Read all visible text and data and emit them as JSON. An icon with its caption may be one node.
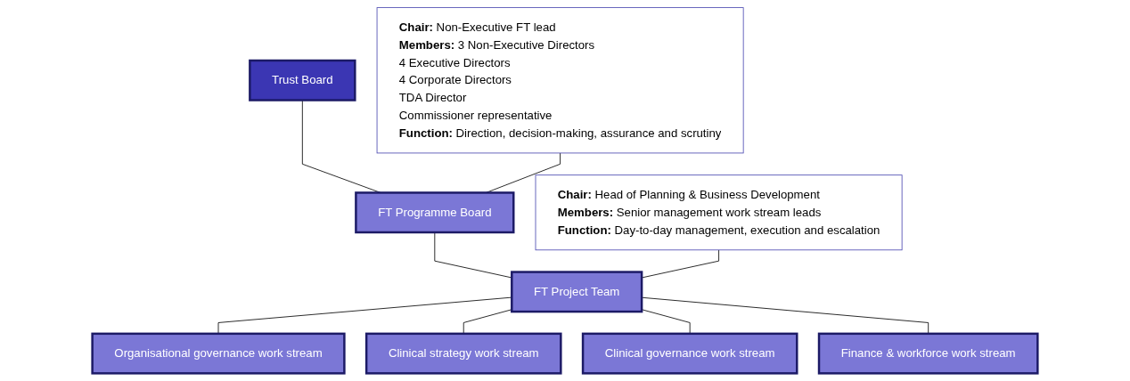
{
  "diagram": {
    "nodes": [
      {
        "text": [
          "Trust Board"
        ]
      },
      {
        "text": [
          "**Chair:** Non-Executive FT lead",
          "**Members:** 3 Non-Executive Directors",
          "4 Executive Directors",
          "4 Corporate Directors",
          "TDA Director",
          "Commissioner representative",
          "**Function:** Direction, decision-making, assurance and scrutiny"
        ]
      },
      {
        "text": [
          "**Chair:** Head of Planning & Business Development",
          "**Members:** Senior management work stream leads",
          "**Function:** Day-to-day management, execution and escalation"
        ]
      },
      {
        "text": [
          "FT Programme Board"
        ]
      },
      {
        "text": [
          "FT Project Team"
        ]
      },
      {
        "text": [
          "Organisational governance work stream"
        ]
      },
      {
        "text": [
          "Clinical strategy work stream"
        ]
      },
      {
        "text": [
          "Clinical governance work stream"
        ]
      },
      {
        "text": [
          "Finance & workforce work stream"
        ]
      }
    ],
    "edges": [
      {
        "from": 0,
        "to": 3,
        "arrow": "none"
      },
      {
        "from": 1,
        "to": 3,
        "arrow": "none"
      },
      {
        "from": 3,
        "to": 4,
        "arrow": "none"
      },
      {
        "from": 2,
        "to": 4,
        "arrow": "none"
      },
      {
        "from": 4,
        "to": 5,
        "arrow": "none"
      },
      {
        "from": 4,
        "to": 6,
        "arrow": "none"
      },
      {
        "from": 4,
        "to": 7,
        "arrow": "none"
      },
      {
        "from": 4,
        "to": 8,
        "arrow": "none"
      }
    ]
  }
}
